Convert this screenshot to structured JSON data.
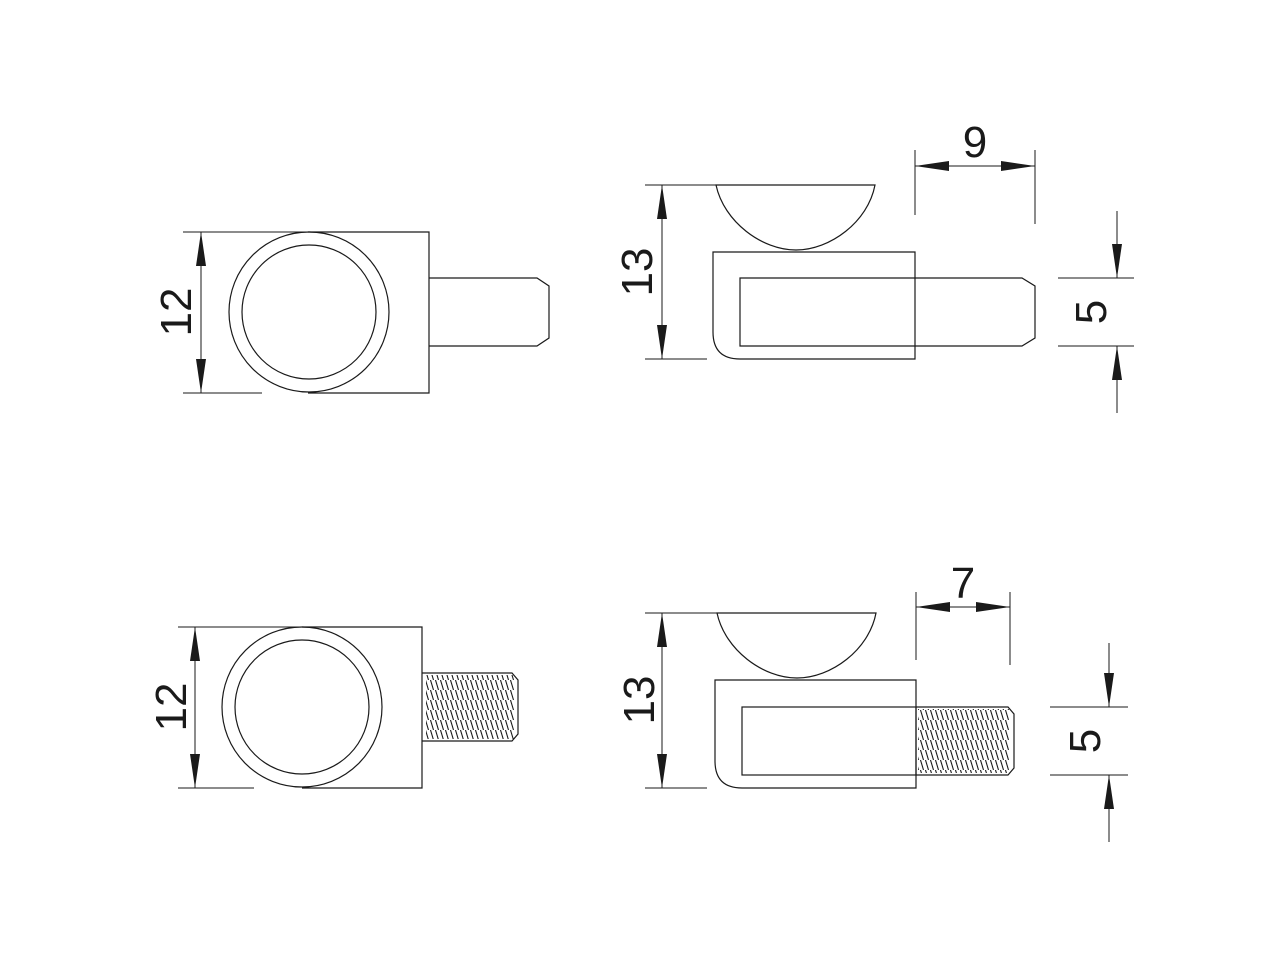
{
  "colors": {
    "line": "#1a1a1a",
    "background": "#ffffff"
  },
  "views": {
    "top_left": {
      "dim_height": "12"
    },
    "top_right": {
      "dim_height": "13",
      "dim_pin_length": "9",
      "dim_pin_diameter": "5"
    },
    "bottom_left": {
      "dim_height": "12"
    },
    "bottom_right": {
      "dim_height": "13",
      "dim_thread_length": "7",
      "dim_thread_diameter": "5"
    }
  }
}
